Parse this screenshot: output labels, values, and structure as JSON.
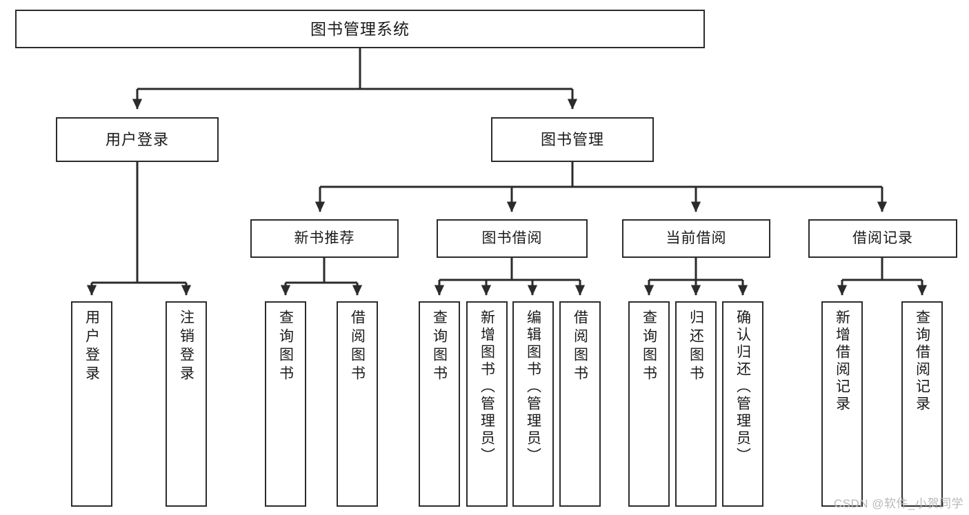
{
  "diagram": {
    "title": "图书管理系统",
    "type": "function-structure-tree",
    "watermark": "CSDN @软件_小贺同学",
    "colors": {
      "box_border": "#2b2b2b",
      "box_fill": "#ffffff",
      "edge": "#2b2b2b",
      "text": "#1a1a1a",
      "watermark": "#b9b9b9",
      "background": "#ffffff"
    },
    "levels": {
      "root": [
        "图书管理系统"
      ],
      "level2": [
        "用户登录",
        "图书管理"
      ],
      "level3": [
        "新书推荐",
        "图书借阅",
        "当前借阅",
        "借阅记录"
      ],
      "leaves": [
        "用户登录",
        "注销登录",
        "查询图书",
        "借阅图书",
        "查询图书",
        "新增图书（管理员）",
        "编辑图书（管理员）",
        "借阅图书",
        "查询图书",
        "归还图书",
        "确认归还（管理员）",
        "新增借阅记录",
        "查询借阅记录"
      ]
    },
    "nodes": {
      "root": {
        "label": "图书管理系统"
      },
      "user_login": {
        "label": "用户登录"
      },
      "book_manage": {
        "label": "图书管理"
      },
      "new_book_rec": {
        "label": "新书推荐"
      },
      "book_borrow": {
        "label": "图书借阅"
      },
      "current_borrow": {
        "label": "当前借阅"
      },
      "borrow_record": {
        "label": "借阅记录"
      },
      "leaf_user_login": {
        "label": "用户登录"
      },
      "leaf_user_logout": {
        "label": "注销登录"
      },
      "leaf_query_book_1": {
        "label": "查询图书"
      },
      "leaf_borrow_book_1": {
        "label": "借阅图书"
      },
      "leaf_query_book_2": {
        "label": "查询图书"
      },
      "leaf_add_book": {
        "label": "新增图书（管理员）"
      },
      "leaf_edit_book": {
        "label": "编辑图书（管理员）"
      },
      "leaf_borrow_book_2": {
        "label": "借阅图书"
      },
      "leaf_query_book_3": {
        "label": "查询图书"
      },
      "leaf_return_book": {
        "label": "归还图书"
      },
      "leaf_confirm_return": {
        "label": "确认归还（管理员）"
      },
      "leaf_add_record": {
        "label": "新增借阅记录"
      },
      "leaf_query_record": {
        "label": "查询借阅记录"
      }
    }
  }
}
